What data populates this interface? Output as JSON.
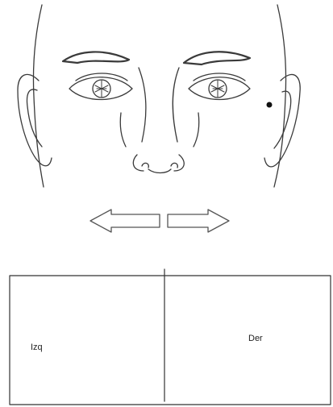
{
  "figure": {
    "face": {
      "marked_cheek": "right-of-image"
    },
    "arrows": [
      "left",
      "right"
    ],
    "panels": {
      "left_label": "Izq",
      "right_label": "Der"
    }
  }
}
